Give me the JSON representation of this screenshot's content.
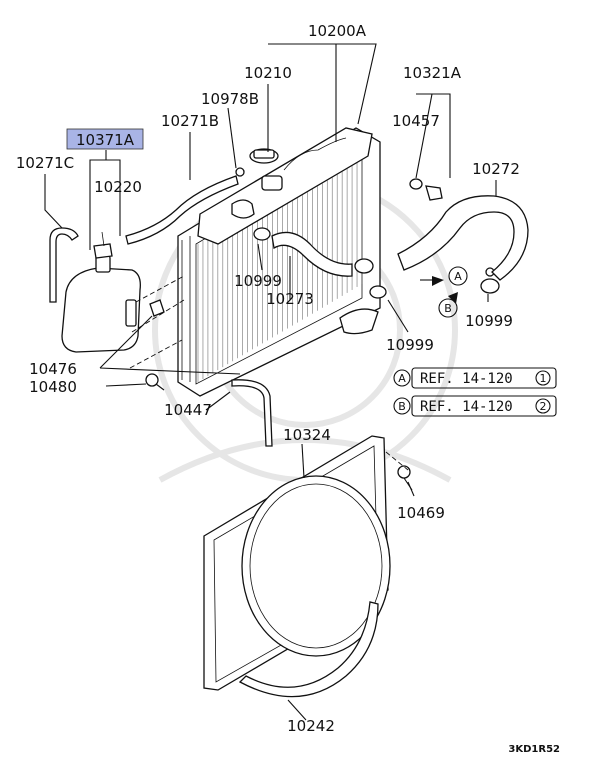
{
  "parts": {
    "radiator_assy": "10200A",
    "cap": "10210",
    "clip_hose": "10978B",
    "hose_overflow": "10271B",
    "hose_tank_overflow": "10271C",
    "reserve_tank": "10371A",
    "tank_cap": "10220",
    "drain_cock_set": "10321A",
    "oring": "10457",
    "lower_hose": "10272",
    "clamp_upper": "10999",
    "upper_hose": "10273",
    "clamp_lower": "10999",
    "clamp_right": "10999",
    "bracket_nut": "10476",
    "bolt_tank": "10480",
    "drain_plug": "10447",
    "shroud": "10324",
    "bolt_shroud": "10469",
    "shroud_lower": "10242"
  },
  "refs": [
    {
      "marker": "A",
      "text": "REF. 14-120",
      "page": "1"
    },
    {
      "marker": "B",
      "text": "REF. 14-120",
      "page": "2"
    }
  ],
  "arrow_markers": {
    "a": "A",
    "b": "B"
  },
  "diagram_code": "3KD1R52",
  "highlight_color": "#a9b4e6"
}
